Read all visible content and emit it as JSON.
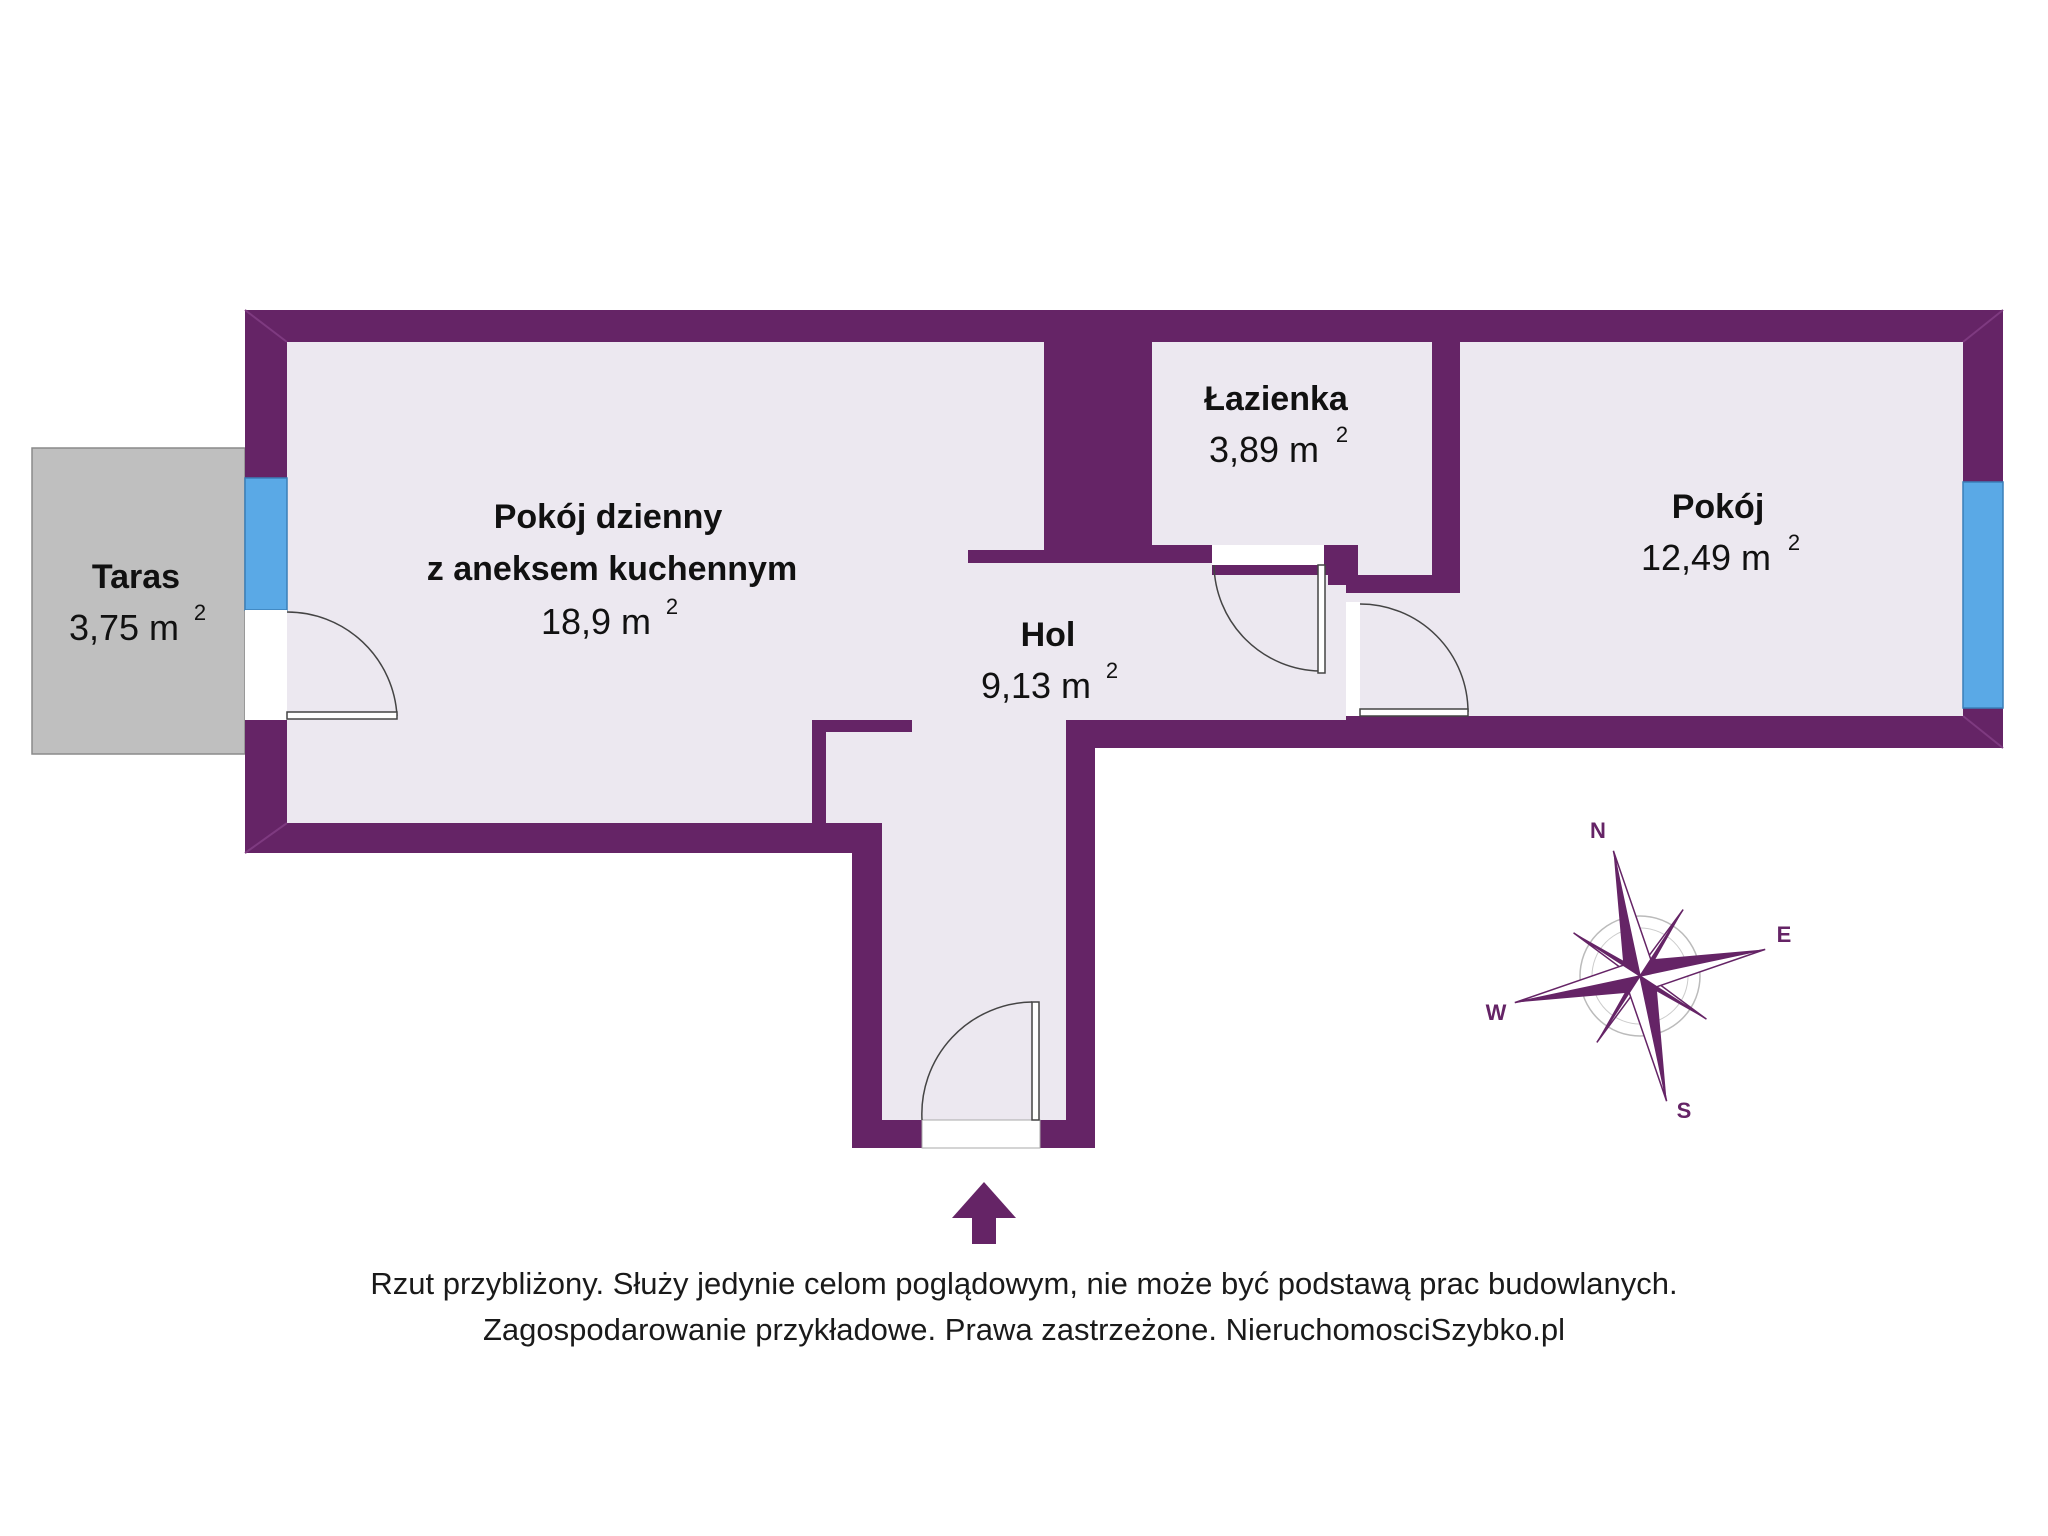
{
  "colors": {
    "wall": "#652466",
    "floor": "#ece8f0",
    "terrace": "#bfbfbf",
    "window": "#5aa9e6",
    "compass": "#652466"
  },
  "rooms": {
    "taras": {
      "name": "Taras",
      "area": "3,75 m",
      "unit_exp": "2"
    },
    "living": {
      "name_line1": "Pokój dzienny",
      "name_line2": "z aneksem kuchennym",
      "area": "18,9 m",
      "unit_exp": "2"
    },
    "bathroom": {
      "name": "Łazienka",
      "area": "3,89 m",
      "unit_exp": "2"
    },
    "room": {
      "name": "Pokój",
      "area": "12,49 m",
      "unit_exp": "2"
    },
    "hall": {
      "name": "Hol",
      "area": "9,13 m",
      "unit_exp": "2"
    }
  },
  "compass": {
    "n": "N",
    "e": "E",
    "s": "S",
    "w": "W"
  },
  "entrance_icon": "up-arrow-icon",
  "disclaimer": {
    "line1": "Rzut przybliżony. Służy jedynie celom poglądowym, nie może być podstawą prac budowlanych.",
    "line2": "Zagospodarowanie przykładowe. Prawa zastrzeżone. NieruchomosciSzybko.pl"
  }
}
